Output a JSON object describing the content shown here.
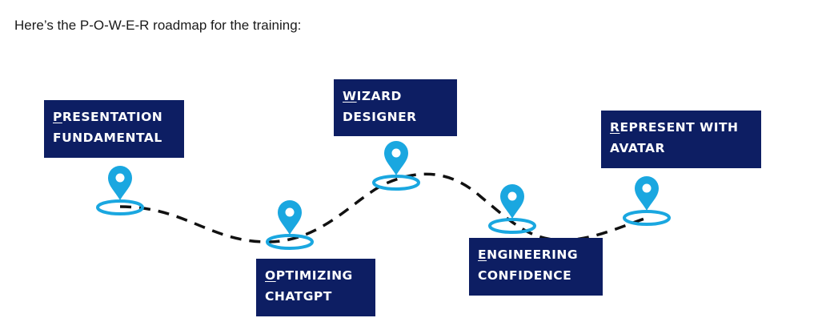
{
  "intro_text": "Here’s the P-O-W-E-R roadmap for the training:",
  "colors": {
    "box_background": "#0d1e63",
    "box_text": "#ffffff",
    "pin": "#1aa7e0",
    "path": "#111111"
  },
  "steps": [
    {
      "key": "presentation",
      "first_letter": "P",
      "line1_rest": "RESENTATION",
      "line2": "FUNDAMENTAL",
      "icon": "location-pin-icon"
    },
    {
      "key": "optimizing",
      "first_letter": "O",
      "line1_rest": "PTIMIZING",
      "line2": "CHATGPT",
      "icon": "location-pin-icon"
    },
    {
      "key": "wizard",
      "first_letter": "W",
      "line1_rest": "IZARD",
      "line2": "DESIGNER",
      "icon": "location-pin-icon"
    },
    {
      "key": "engineering",
      "first_letter": "E",
      "line1_rest": "NGINEERING",
      "line2": "CONFIDENCE",
      "icon": "location-pin-icon"
    },
    {
      "key": "represent",
      "first_letter": "R",
      "line1_rest": "EPRESENT WITH",
      "line2": "AVATAR",
      "icon": "location-pin-icon"
    }
  ]
}
